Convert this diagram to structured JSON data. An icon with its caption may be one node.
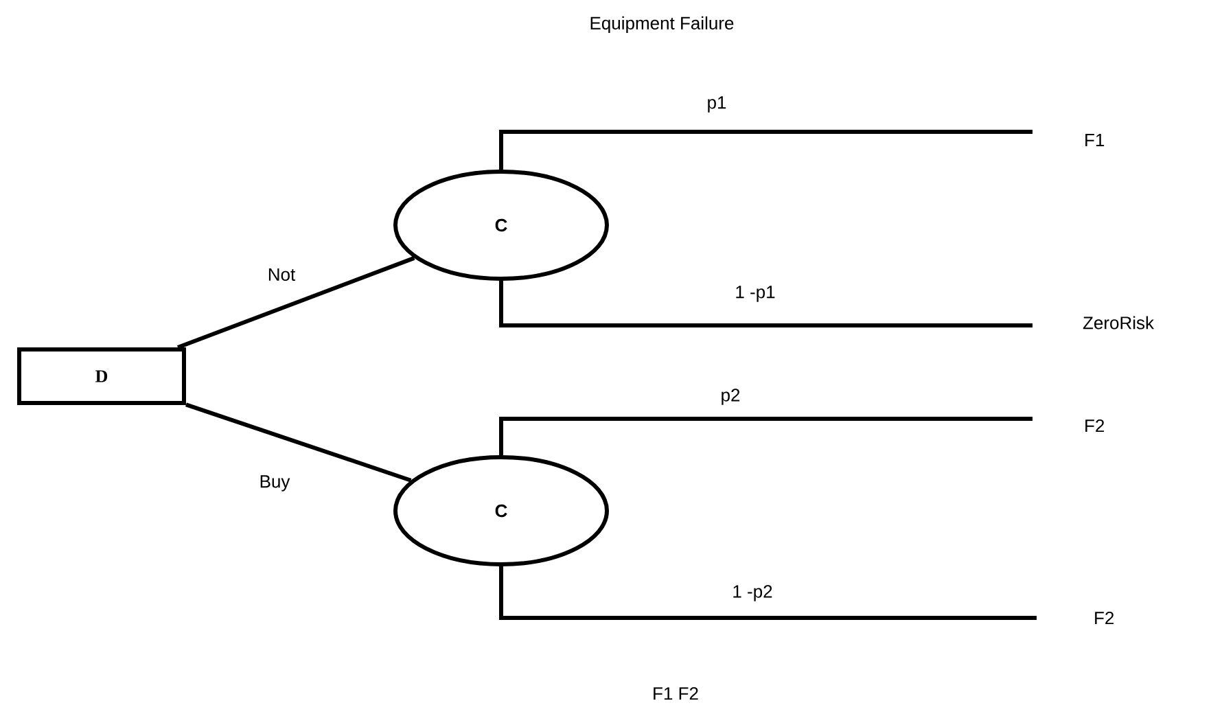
{
  "diagram": {
    "title": "Equipment Failure",
    "nodes": [
      {
        "text": [
          "D"
        ]
      },
      {
        "text": [
          "C"
        ]
      },
      {
        "text": [
          "C"
        ]
      },
      {
        "text": [
          "F1"
        ]
      },
      {
        "text": [
          "ZeroRisk"
        ]
      },
      {
        "text": [
          "F2"
        ]
      },
      {
        "text": [
          "F2"
        ]
      }
    ],
    "edges": [
      {
        "from": 0,
        "to": 1,
        "arrow": "none",
        "label": "Not"
      },
      {
        "from": 0,
        "to": 2,
        "arrow": "none",
        "label": "Buy"
      },
      {
        "from": 1,
        "to": 3,
        "arrow": "none",
        "label": "p1"
      },
      {
        "from": 1,
        "to": 4,
        "arrow": "none",
        "label": "1 -p1"
      },
      {
        "from": 2,
        "to": 5,
        "arrow": "none",
        "label": "p2"
      },
      {
        "from": 2,
        "to": 6,
        "arrow": "none",
        "label": "1 -p2"
      }
    ],
    "labels": [
      "F1 F2"
    ]
  }
}
